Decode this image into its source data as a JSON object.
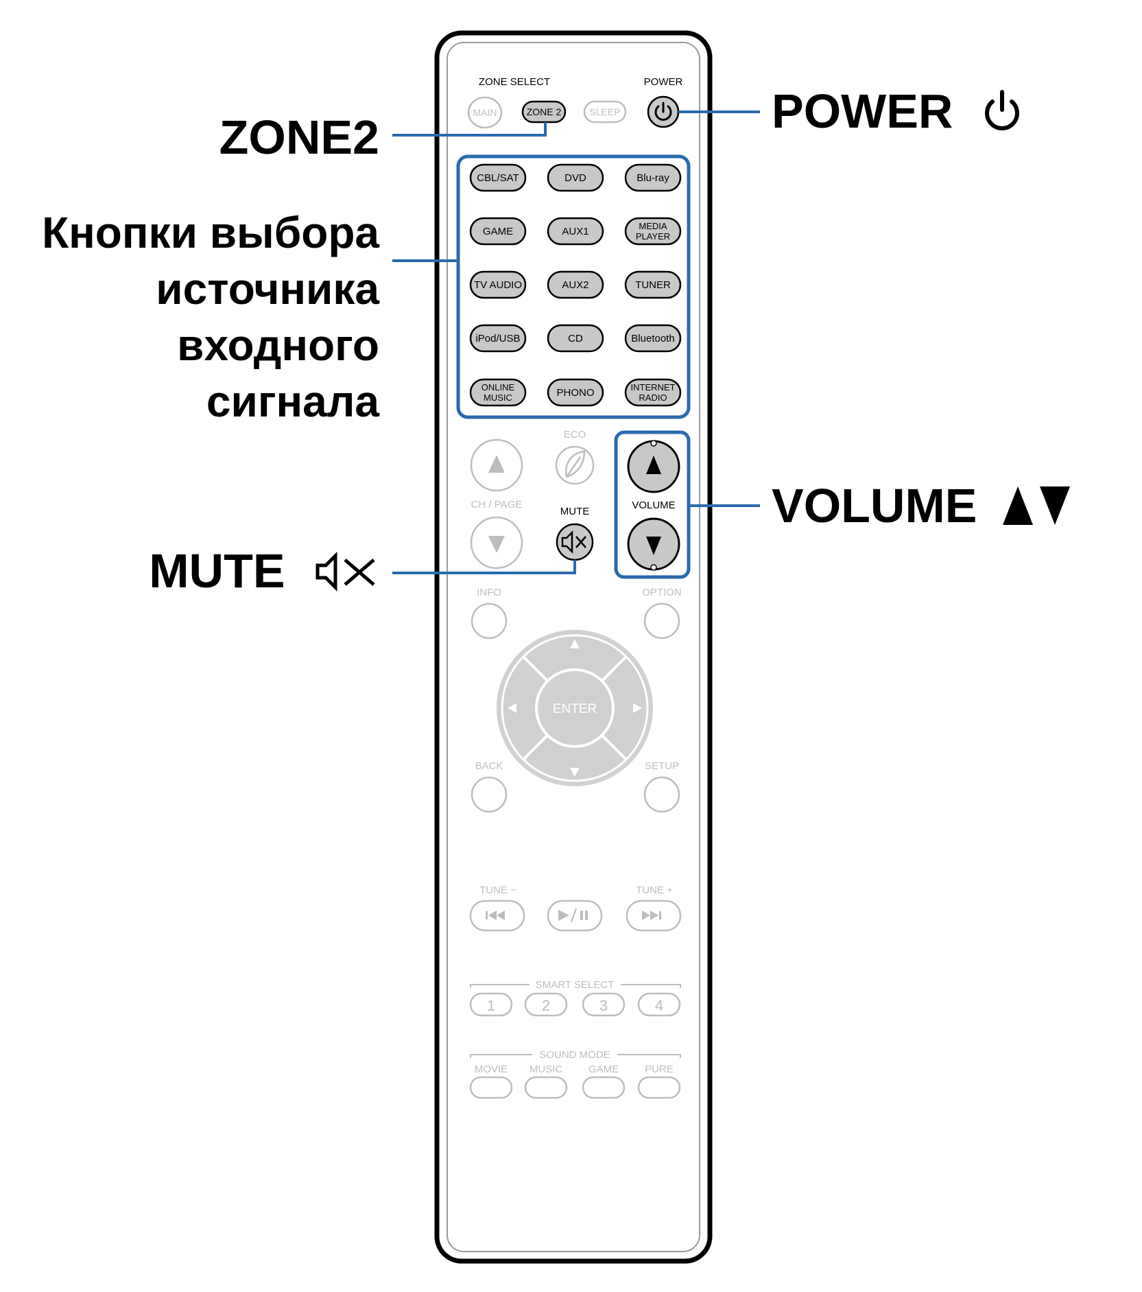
{
  "callouts": {
    "zone2": "ZONE2",
    "sources": [
      "Кнопки выбора",
      "источника",
      "входного",
      "сигнала"
    ],
    "mute": "MUTE",
    "power": "POWER",
    "volume": "VOLUME"
  },
  "remote": {
    "zone_select_label": "ZONE SELECT",
    "power_label": "POWER",
    "main": "MAIN",
    "zone2": "ZONE 2",
    "sleep": "SLEEP",
    "sources": [
      [
        "CBL/SAT",
        "DVD",
        "Blu-ray"
      ],
      [
        "GAME",
        "AUX1",
        "MEDIA|PLAYER"
      ],
      [
        "TV AUDIO",
        "AUX2",
        "TUNER"
      ],
      [
        "iPod/USB",
        "CD",
        "Bluetooth"
      ],
      [
        "ONLINE|MUSIC",
        "PHONO",
        "INTERNET|RADIO"
      ]
    ],
    "eco": "ECO",
    "ch_page": "CH / PAGE",
    "mute_label": "MUTE",
    "volume_label": "VOLUME",
    "info": "INFO",
    "option": "OPTION",
    "enter": "ENTER",
    "back": "BACK",
    "setup": "SETUP",
    "tune_minus": "TUNE −",
    "tune_plus": "TUNE +",
    "smart_select": "SMART SELECT",
    "smart_buttons": [
      "1",
      "2",
      "3",
      "4"
    ],
    "sound_mode": "SOUND MODE",
    "sound_modes": [
      "MOVIE",
      "MUSIC",
      "GAME",
      "PURE"
    ]
  },
  "colors": {
    "callout_line": "#2a6aad",
    "active_button": "#c8c8c8",
    "inactive": "#bdbdbd",
    "outline": "#000000"
  },
  "icons": [
    "power-icon",
    "mute-icon",
    "volume-up-arrow-icon",
    "volume-down-arrow-icon",
    "eco-leaf-icon",
    "play-pause-icon",
    "skip-back-icon",
    "skip-forward-icon"
  ]
}
